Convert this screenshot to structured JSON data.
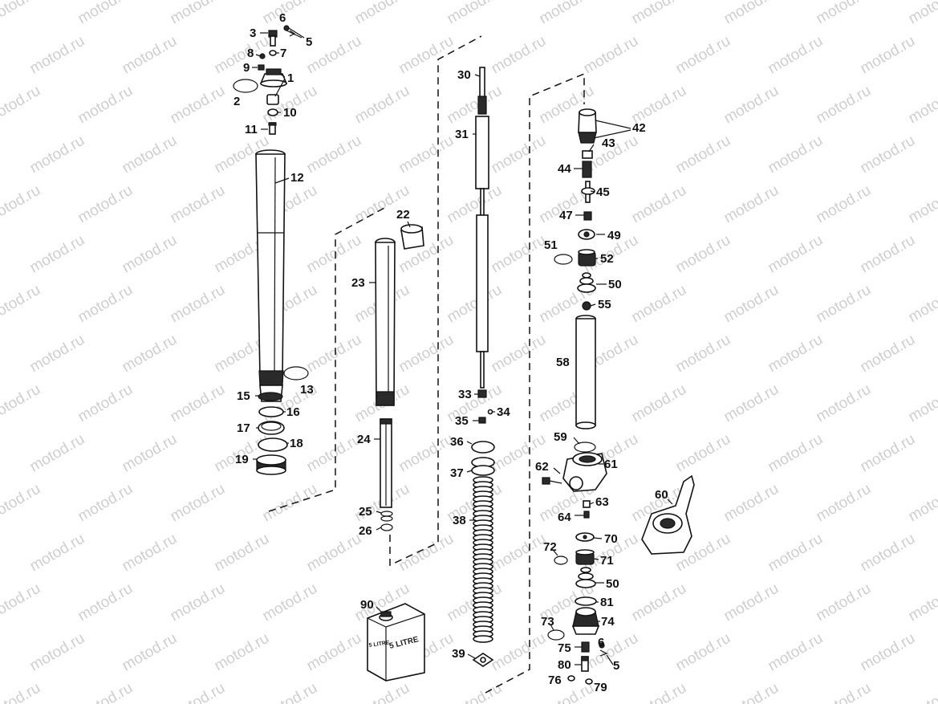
{
  "watermark": "motod.ru",
  "can_label": "5 LITRE",
  "callouts": [
    {
      "id": "c3",
      "text": "3"
    },
    {
      "id": "c6a",
      "text": "6"
    },
    {
      "id": "c5a",
      "text": "5"
    },
    {
      "id": "c7",
      "text": "7"
    },
    {
      "id": "c8",
      "text": "8"
    },
    {
      "id": "c9",
      "text": "9"
    },
    {
      "id": "c1",
      "text": "1"
    },
    {
      "id": "c2",
      "text": "2"
    },
    {
      "id": "c10",
      "text": "10"
    },
    {
      "id": "c11",
      "text": "11"
    },
    {
      "id": "c12",
      "text": "12"
    },
    {
      "id": "c13",
      "text": "13"
    },
    {
      "id": "c15",
      "text": "15"
    },
    {
      "id": "c16",
      "text": "16"
    },
    {
      "id": "c17",
      "text": "17"
    },
    {
      "id": "c18",
      "text": "18"
    },
    {
      "id": "c19",
      "text": "19"
    },
    {
      "id": "c22",
      "text": "22"
    },
    {
      "id": "c23",
      "text": "23"
    },
    {
      "id": "c24",
      "text": "24"
    },
    {
      "id": "c25",
      "text": "25"
    },
    {
      "id": "c26",
      "text": "26"
    },
    {
      "id": "c30",
      "text": "30"
    },
    {
      "id": "c31",
      "text": "31"
    },
    {
      "id": "c33",
      "text": "33"
    },
    {
      "id": "c34",
      "text": "34"
    },
    {
      "id": "c35",
      "text": "35"
    },
    {
      "id": "c36",
      "text": "36"
    },
    {
      "id": "c37",
      "text": "37"
    },
    {
      "id": "c38",
      "text": "38"
    },
    {
      "id": "c39",
      "text": "39"
    },
    {
      "id": "c42",
      "text": "42"
    },
    {
      "id": "c43",
      "text": "43"
    },
    {
      "id": "c44",
      "text": "44"
    },
    {
      "id": "c45",
      "text": "45"
    },
    {
      "id": "c47",
      "text": "47"
    },
    {
      "id": "c49",
      "text": "49"
    },
    {
      "id": "c51",
      "text": "51"
    },
    {
      "id": "c52",
      "text": "52"
    },
    {
      "id": "c50a",
      "text": "50"
    },
    {
      "id": "c55",
      "text": "55"
    },
    {
      "id": "c58",
      "text": "58"
    },
    {
      "id": "c59",
      "text": "59"
    },
    {
      "id": "c62",
      "text": "62"
    },
    {
      "id": "c61",
      "text": "61"
    },
    {
      "id": "c60",
      "text": "60"
    },
    {
      "id": "c63",
      "text": "63"
    },
    {
      "id": "c64",
      "text": "64"
    },
    {
      "id": "c70",
      "text": "70"
    },
    {
      "id": "c72",
      "text": "72"
    },
    {
      "id": "c71",
      "text": "71"
    },
    {
      "id": "c50b",
      "text": "50"
    },
    {
      "id": "c81",
      "text": "81"
    },
    {
      "id": "c73",
      "text": "73"
    },
    {
      "id": "c74",
      "text": "74"
    },
    {
      "id": "c75",
      "text": "75"
    },
    {
      "id": "c6b",
      "text": "6"
    },
    {
      "id": "c5b",
      "text": "5"
    },
    {
      "id": "c80",
      "text": "80"
    },
    {
      "id": "c76",
      "text": "76"
    },
    {
      "id": "c79",
      "text": "79"
    },
    {
      "id": "c90",
      "text": "90"
    }
  ]
}
